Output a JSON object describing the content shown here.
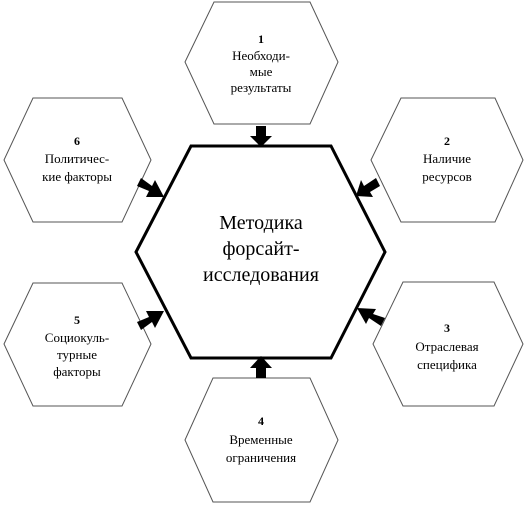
{
  "center": {
    "lines": [
      "Методика",
      "форсайт-",
      "исследования"
    ]
  },
  "factors": [
    {
      "number": "1",
      "lines": [
        "Необходи-",
        "мые",
        "результаты"
      ]
    },
    {
      "number": "2",
      "lines": [
        "Наличие",
        "ресурсов"
      ]
    },
    {
      "number": "3",
      "lines": [
        "Отраслевая",
        "специфика"
      ]
    },
    {
      "number": "4",
      "lines": [
        "Временные",
        "ограничения"
      ]
    },
    {
      "number": "5",
      "lines": [
        "Социокуль-",
        "турные",
        "факторы"
      ]
    },
    {
      "number": "6",
      "lines": [
        "Политичес-",
        "кие факторы"
      ]
    }
  ]
}
